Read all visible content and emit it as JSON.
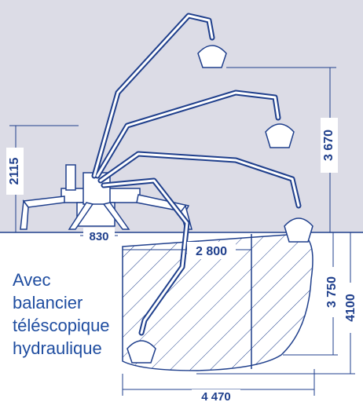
{
  "caption": {
    "lines": [
      "Avec",
      "balancier",
      "téléscopique",
      "hydraulique"
    ]
  },
  "dimensions": {
    "base_height": "2115",
    "reach_above_ground": "3 670",
    "depth_a": "3 750",
    "depth_total": "4100",
    "track_width": "830",
    "inner_width": "2 800",
    "total_width": "4 470"
  },
  "colors": {
    "background_upper": "#dcdce6",
    "background_lower": "#ffffff",
    "outline": "#1f3f8c",
    "label_fill": "#ffffff",
    "text": "#1f4da0"
  }
}
